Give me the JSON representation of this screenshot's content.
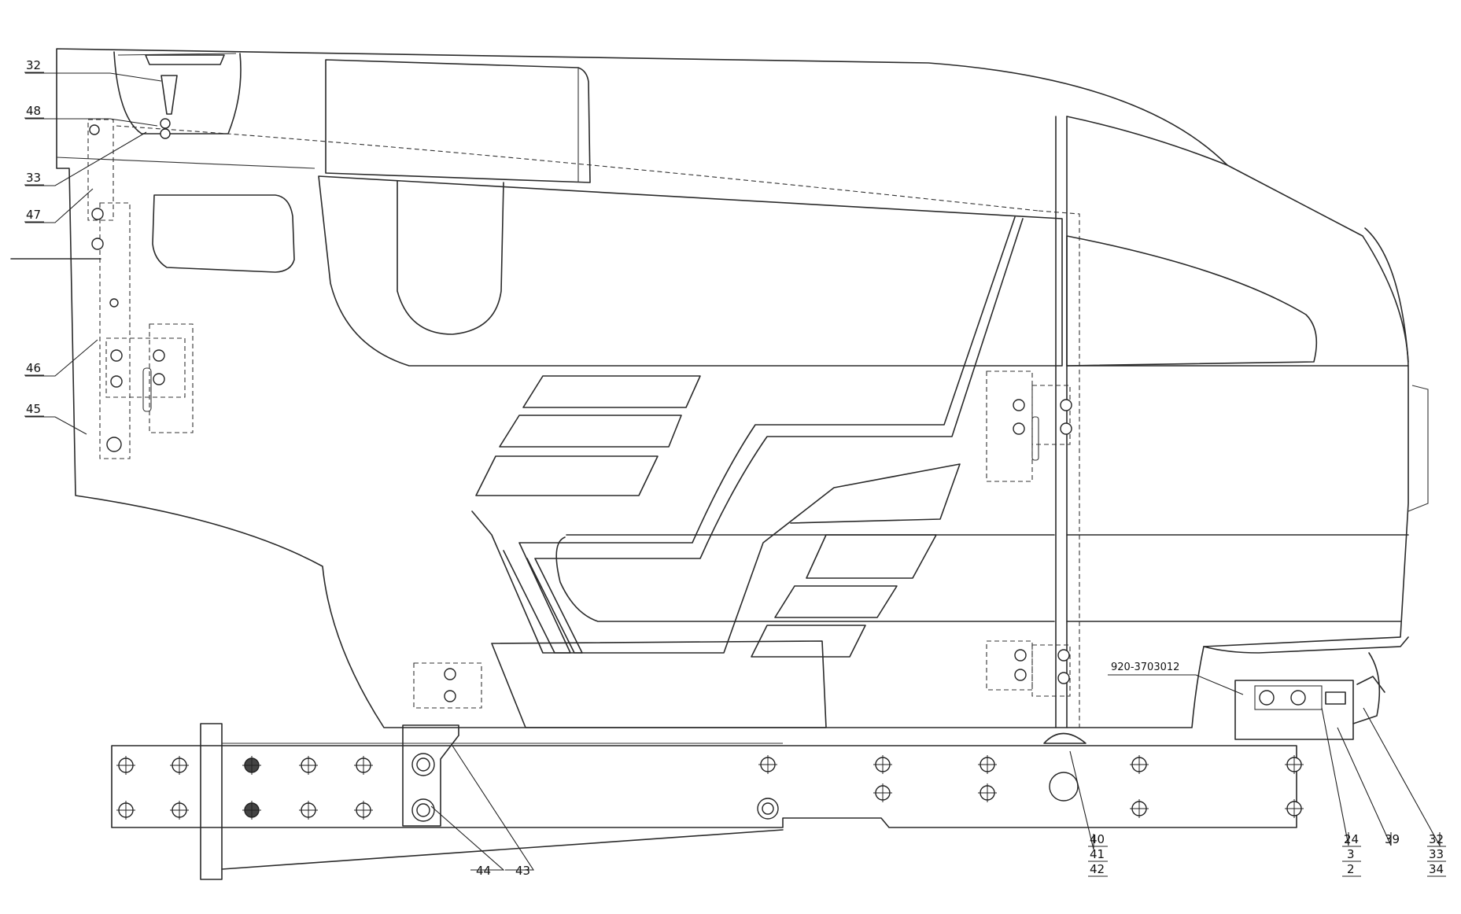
{
  "callouts": {
    "c32_top": "32",
    "c48": "48",
    "c33": "33",
    "c47": "47",
    "c46": "46",
    "c45": "45",
    "c44": "44",
    "c43": "43",
    "c40": "40",
    "c41": "41",
    "c42": "42",
    "c24": "24",
    "c3": "3",
    "c2": "2",
    "c39": "39",
    "c32_bottom": "32",
    "c33_bottom": "33",
    "c34": "34",
    "part_number": "920-3703012"
  }
}
